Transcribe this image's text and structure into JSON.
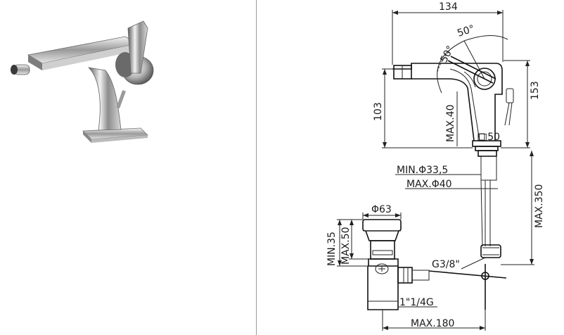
{
  "drawing": {
    "dim_width_top": "134",
    "dim_angle_a": "50°",
    "dim_angle_b": "50°",
    "dim_height_spout": "103",
    "dim_height_total": "153",
    "dim_max40_body": "MAX.40",
    "dim_square_base": "□50",
    "dim_min_hole": "MIN.Φ33,5",
    "dim_max_hole": "MAX.Φ40",
    "dim_max350": "MAX.350",
    "dim_waste_dia": "Φ63",
    "dim_min35": "MIN.35",
    "dim_max50": "MAX.50",
    "dim_connection": "G3/8\"",
    "dim_waste_thread": "1\"1/4G",
    "dim_max180": "MAX.180"
  }
}
